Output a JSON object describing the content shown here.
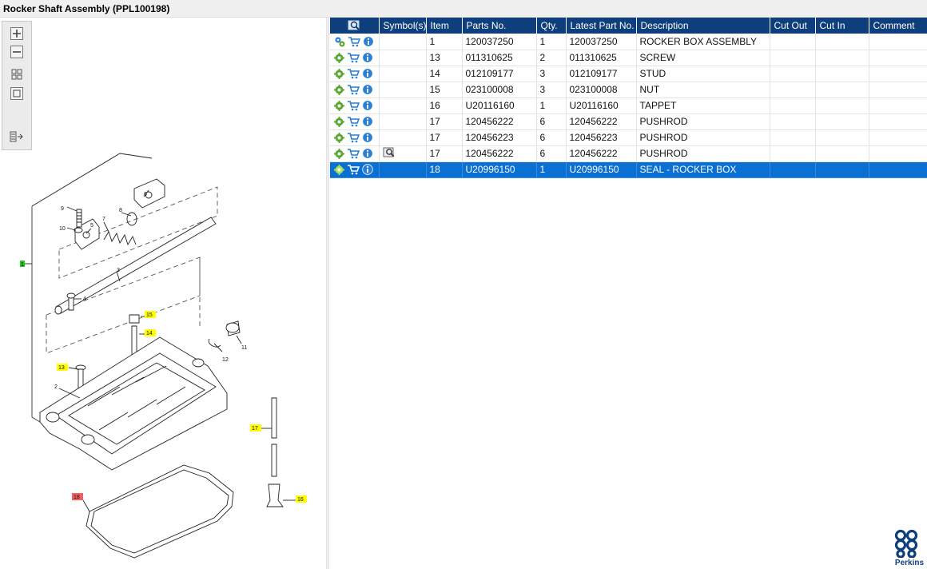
{
  "window": {
    "title": "Rocker Shaft Assembly (PPL100198)"
  },
  "diagram_tools": [
    {
      "name": "zoom-in"
    },
    {
      "name": "zoom-out"
    },
    {
      "name": "fit-all"
    },
    {
      "name": "fit-window"
    },
    {
      "name": "hotspot-list"
    }
  ],
  "diagram_labels": {
    "l1": "1",
    "l2": "2",
    "l3": "3",
    "l4": "4",
    "l5": "5",
    "l6": "6",
    "l7": "7",
    "l8": "8",
    "l9": "9",
    "l10": "10",
    "l11": "11",
    "l12": "12",
    "l13": "13",
    "l14": "14",
    "l15": "15",
    "l16": "16",
    "l17": "17",
    "l18": "18"
  },
  "callout_colors": {
    "normal": "#ffff00",
    "selected": "#f06060",
    "assembly": "#22cc22"
  },
  "table": {
    "columns": {
      "symbols": "Symbol(s)",
      "item": "Item",
      "parts_no": "Parts No.",
      "qty": "Qty.",
      "latest_part_no": "Latest Part No.",
      "description": "Description",
      "cut_out": "Cut Out",
      "cut_in": "Cut In",
      "comment": "Comment"
    },
    "rows": [
      {
        "item": "1",
        "parts_no": "120037250",
        "qty": "1",
        "latest": "120037250",
        "description": "ROCKER BOX ASSEMBLY",
        "cut_out": "",
        "cut_in": "",
        "comment": "",
        "selected": false,
        "symbol": ""
      },
      {
        "item": "13",
        "parts_no": "011310625",
        "qty": "2",
        "latest": "011310625",
        "description": "SCREW",
        "cut_out": "",
        "cut_in": "",
        "comment": "",
        "selected": false,
        "symbol": ""
      },
      {
        "item": "14",
        "parts_no": "012109177",
        "qty": "3",
        "latest": "012109177",
        "description": "STUD",
        "cut_out": "",
        "cut_in": "",
        "comment": "",
        "selected": false,
        "symbol": ""
      },
      {
        "item": "15",
        "parts_no": "023100008",
        "qty": "3",
        "latest": "023100008",
        "description": "NUT",
        "cut_out": "",
        "cut_in": "",
        "comment": "",
        "selected": false,
        "symbol": ""
      },
      {
        "item": "16",
        "parts_no": "U20116160",
        "qty": "1",
        "latest": "U20116160",
        "description": "TAPPET",
        "cut_out": "",
        "cut_in": "",
        "comment": "",
        "selected": false,
        "symbol": ""
      },
      {
        "item": "17",
        "parts_no": "120456222",
        "qty": "6",
        "latest": "120456222",
        "description": "PUSHROD",
        "cut_out": "",
        "cut_in": "",
        "comment": "",
        "selected": false,
        "symbol": ""
      },
      {
        "item": "17",
        "parts_no": "120456223",
        "qty": "6",
        "latest": "120456223",
        "description": "PUSHROD",
        "cut_out": "",
        "cut_in": "",
        "comment": "",
        "selected": false,
        "symbol": ""
      },
      {
        "item": "17",
        "parts_no": "120456222",
        "qty": "6",
        "latest": "120456222",
        "description": "PUSHROD",
        "cut_out": "",
        "cut_in": "",
        "comment": "",
        "selected": false,
        "symbol": "lookup-icon"
      },
      {
        "item": "18",
        "parts_no": "U20996150",
        "qty": "1",
        "latest": "U20996150",
        "description": "SEAL - ROCKER BOX",
        "cut_out": "",
        "cut_in": "",
        "comment": "",
        "selected": true,
        "symbol": ""
      }
    ]
  },
  "brand": {
    "name": "Perkins",
    "color": "#0e3f7c"
  },
  "colors": {
    "header": "#0e3f7c",
    "selected_row": "#0a70d4",
    "cart": "#2a7fd4",
    "info": "#2a7fd4",
    "gear": "#5aa832"
  }
}
